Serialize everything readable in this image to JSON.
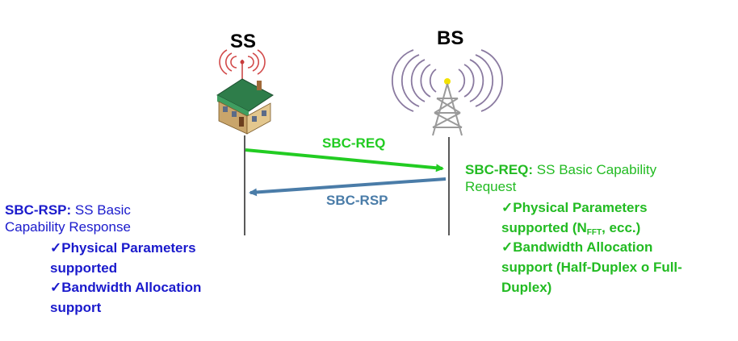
{
  "colors": {
    "req": "#22cc22",
    "rsp": "#4a7ca8",
    "rsp_text": "#1a1acc",
    "req_text": "#22bb22"
  },
  "ss": {
    "title": "SS",
    "icon": "house-with-antenna-icon"
  },
  "bs": {
    "title": "BS",
    "icon": "radio-tower-icon"
  },
  "arrows": {
    "req_label": "SBC-REQ",
    "rsp_label": "SBC-RSP"
  },
  "rsp_desc": {
    "name": "SBC-RSP:",
    "text_line1": "SS Basic",
    "text_line2": "Capability Response",
    "check": "✓",
    "item1_line1": "Physical Parameters",
    "item1_line2": "supported",
    "item2_line1": "Bandwidth Allocation",
    "item2_line2": "support"
  },
  "req_desc": {
    "name": "SBC-REQ:",
    "text_line1": "SS Basic Capability",
    "text_line2": "Request",
    "check": "✓",
    "item1_line1": "Physical Parameters",
    "item1_line2_pre": "supported (N",
    "item1_line2_sub": "FFT",
    "item1_line2_post": ", ecc.)",
    "item2_line1": "Bandwidth Allocation",
    "item2_line2": "support (Half-Duplex o Full-",
    "item2_line3": "Duplex)"
  }
}
